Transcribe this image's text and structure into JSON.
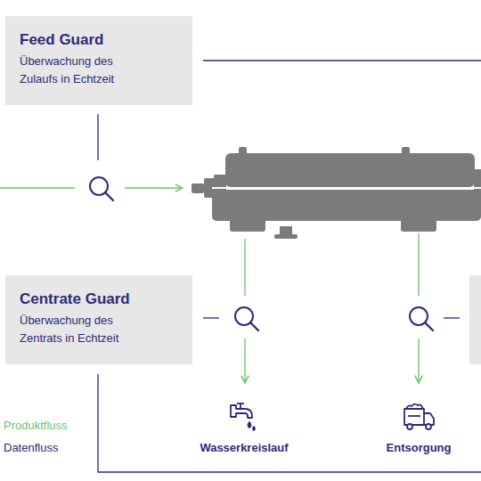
{
  "diagram": {
    "nodes": [
      {
        "text": [
          "Feed Guard",
          "Überwachung des Zulaufs in Echtzeit"
        ]
      },
      {
        "text": [
          "Centrate Guard",
          "Überwachung des Zentrats in Echtzeit"
        ]
      }
    ],
    "labels": [
      "Wasserkreislauf",
      "Entsorgung"
    ],
    "legend": [
      {
        "text": "Produktfluss",
        "color": "#6cc36a"
      },
      {
        "text": "Datenfluss",
        "color": "#2e2a7a"
      }
    ]
  }
}
